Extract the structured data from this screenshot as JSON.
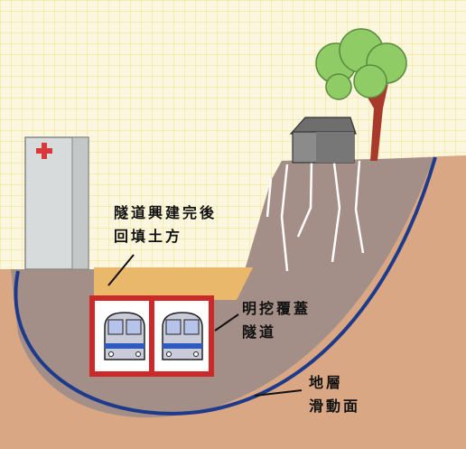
{
  "labels": {
    "backfill_line1": "隧道興建完後",
    "backfill_line2": "回填土方",
    "cut_cover_line1": "明挖覆蓋",
    "cut_cover_line2": "隧道",
    "slip_line1": "地層",
    "slip_line2": "滑動面"
  },
  "colors": {
    "paper": "#fbf6de",
    "grid": "#f0e08a",
    "soil": "#d9a783",
    "rock": "#a48f88",
    "backfill": "#e9b86b",
    "slip_surface": "#1e3a8a",
    "tunnel_frame": "#cc2a2a",
    "hospital_cross": "#d9383a",
    "train_stripe": "#2d5bbf",
    "tree_leaves": "#8fcc66"
  }
}
